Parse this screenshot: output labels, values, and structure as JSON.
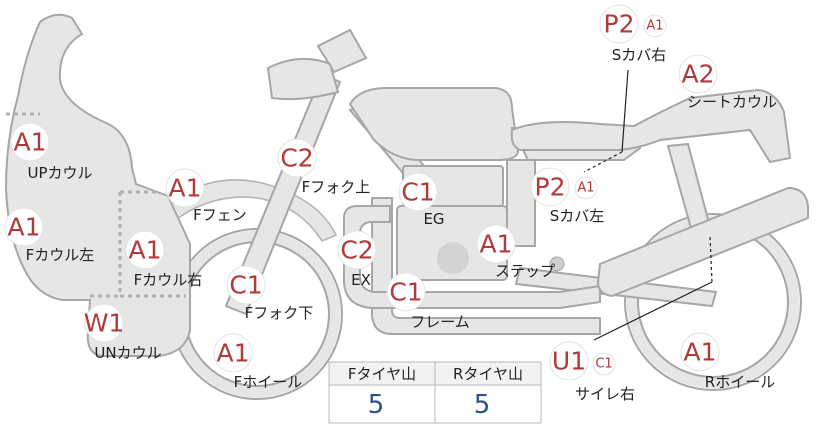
{
  "callouts": [
    {
      "id": "up-cowl",
      "rank": "A1",
      "label": "UPカウル"
    },
    {
      "id": "f-cowl-left",
      "rank": "A1",
      "label": "Fカウル左"
    },
    {
      "id": "f-cowl-right",
      "rank": "A1",
      "label": "Fカウル右"
    },
    {
      "id": "un-cowl",
      "rank": "W1",
      "label": "UNカウル"
    },
    {
      "id": "f-fender",
      "rank": "A1",
      "label": "Fフェン"
    },
    {
      "id": "f-fork-upper",
      "rank": "C2",
      "label": "Fフォク上"
    },
    {
      "id": "f-fork-lower",
      "rank": "C1",
      "label": "Fフォク下"
    },
    {
      "id": "f-wheel",
      "rank": "A1",
      "label": "Fホイール"
    },
    {
      "id": "eg",
      "rank": "C1",
      "label": "EG"
    },
    {
      "id": "ex",
      "rank": "C2",
      "label": "EX"
    },
    {
      "id": "frame",
      "rank": "C1",
      "label": "フレーム"
    },
    {
      "id": "step",
      "rank": "A1",
      "label": "ステップ"
    },
    {
      "id": "s-cover-left",
      "rank": "P2",
      "sub_rank": "A1",
      "label": "Sカバ左"
    },
    {
      "id": "s-cover-right",
      "rank": "P2",
      "sub_rank": "A1",
      "label": "Sカバ右"
    },
    {
      "id": "seat-cowl",
      "rank": "A2",
      "label": "シートカウル"
    },
    {
      "id": "silencer-right",
      "rank": "U1",
      "sub_rank": "C1",
      "label": "サイレ右"
    },
    {
      "id": "r-wheel",
      "rank": "A1",
      "label": "Rホイール"
    }
  ],
  "tire_table": {
    "headers": [
      "Fタイヤ山",
      "Rタイヤ山"
    ],
    "values": [
      "5",
      "5"
    ]
  },
  "colors": {
    "part_fill": "#e6e6e4",
    "part_stroke": "#a6a6a6",
    "badge_text": "#b03a3a",
    "table_value": "#2d4f8c",
    "table_header_bg": "#f2f2f2"
  }
}
